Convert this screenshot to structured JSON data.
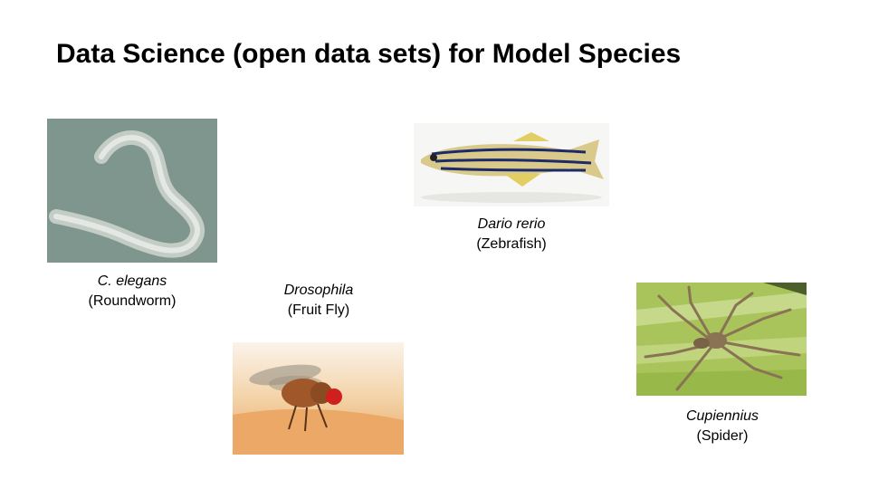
{
  "slide": {
    "title": "Data Science (open data sets) for Model Species"
  },
  "species": [
    {
      "scientific": "C. elegans",
      "common": "(Roundworm)",
      "icon": "roundworm-photo"
    },
    {
      "scientific": "Drosophila",
      "common": "(Fruit Fly)",
      "icon": "fruit-fly-photo"
    },
    {
      "scientific": "Dario rerio",
      "common": "(Zebrafish)",
      "icon": "zebrafish-photo"
    },
    {
      "scientific": "Cupiennius",
      "common": "(Spider)",
      "icon": "spider-photo"
    }
  ],
  "colors": {
    "worm_bg": "#7f968e",
    "leaf_green": "#a8c45a",
    "fly_bg": "#e9a35c",
    "fly_eye": "#d11f1f"
  }
}
